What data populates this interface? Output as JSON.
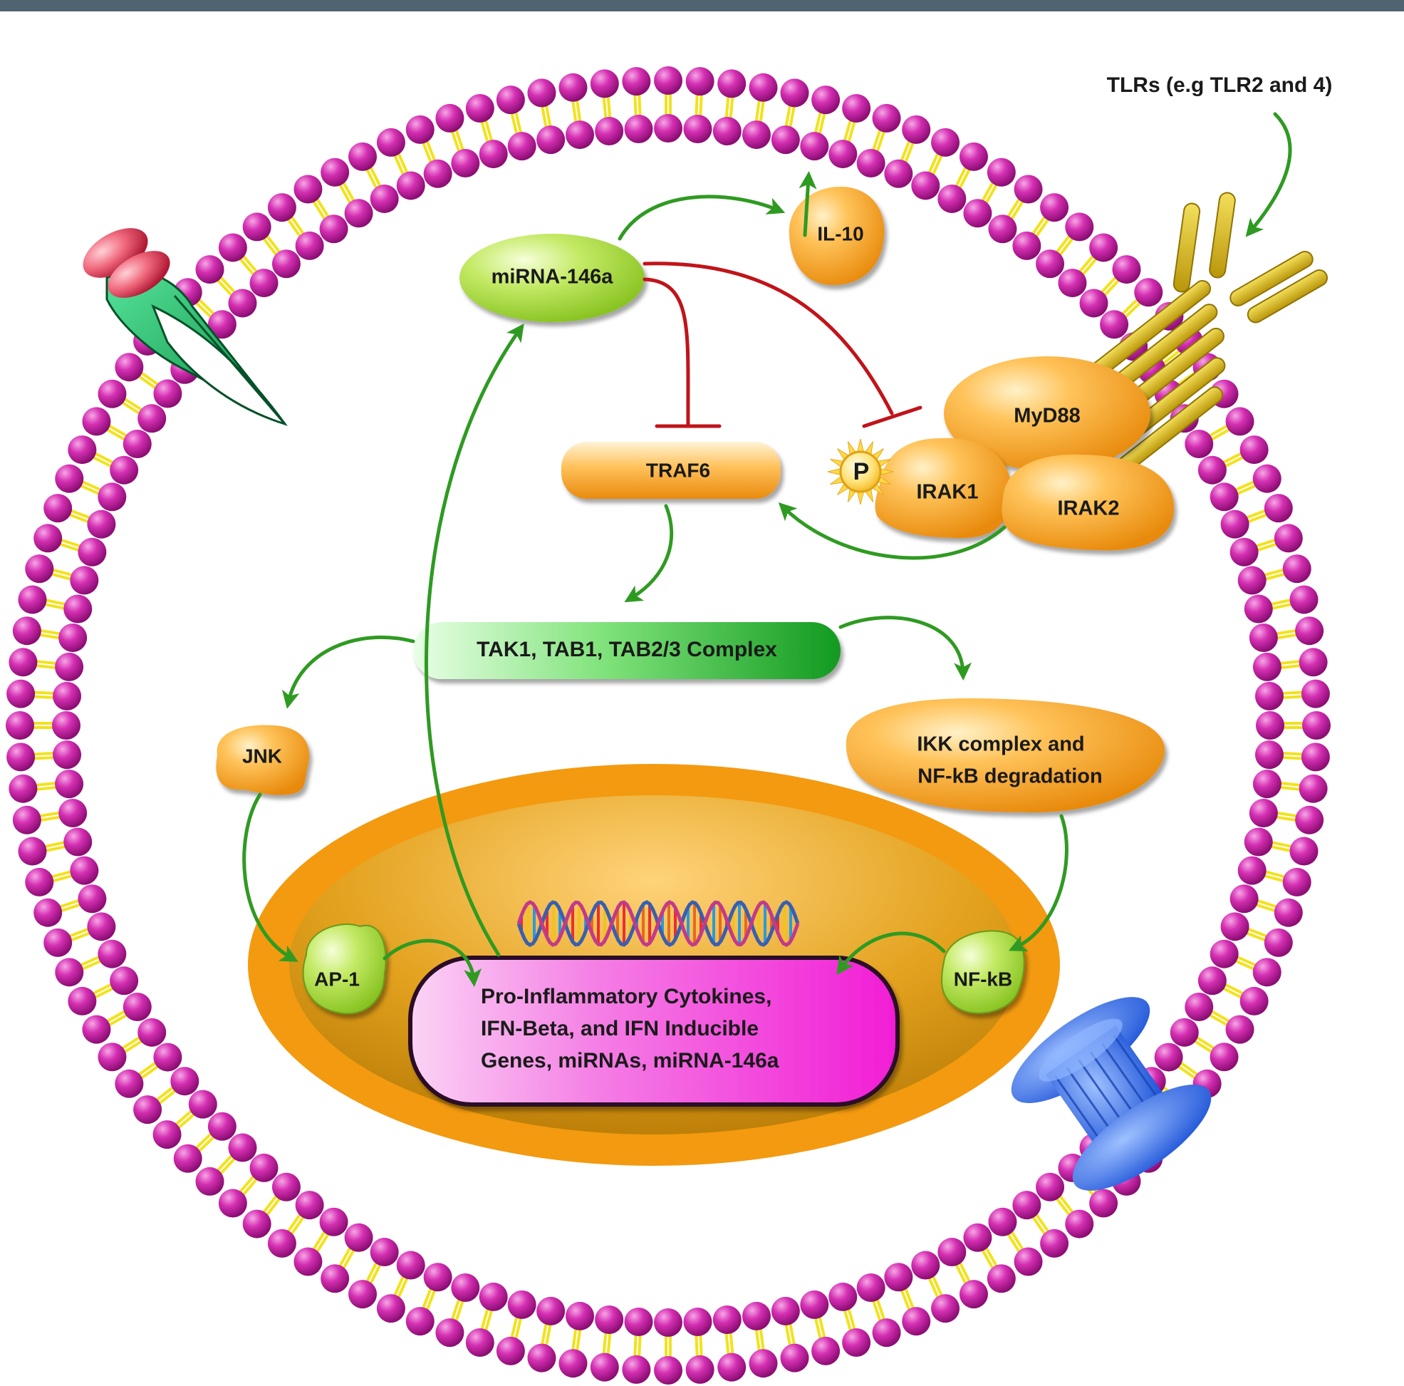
{
  "labels": {
    "tlrs": "TLRs (e.g TLR2 and 4)",
    "il10": "IL-10",
    "mirna146a": "miRNA-146a",
    "myd88": "MyD88",
    "p": "P",
    "irak1": "IRAK1",
    "irak2": "IRAK2",
    "traf6": "TRAF6",
    "tak_complex": "TAK1, TAB1, TAB2/3 Complex",
    "jnk": "JNK",
    "ikk_line1": "IKK complex and",
    "ikk_line2": "NF-kB degradation",
    "ap1": "AP-1",
    "nfkb": "NF-kB",
    "genes_line1": "Pro-Inflammatory Cytokines,",
    "genes_line2": "IFN-Beta, and IFN Inducible",
    "genes_line3": "Genes, miRNAs, miRNA-146a"
  },
  "colors": {
    "membrane_head": "#c81aa0",
    "membrane_tail": "#f2e21c",
    "activation_arrow": "#2f9a22",
    "inhibition": "#c0141a",
    "orange_protein": "#f6a21f",
    "green_node": "#9fd23a",
    "nucleus_outer": "#f39a10",
    "nucleus_inner": "#c98806",
    "genes_box": "#f03ad9",
    "receptor": "#d7b519",
    "channel": "#3a6ee8"
  }
}
